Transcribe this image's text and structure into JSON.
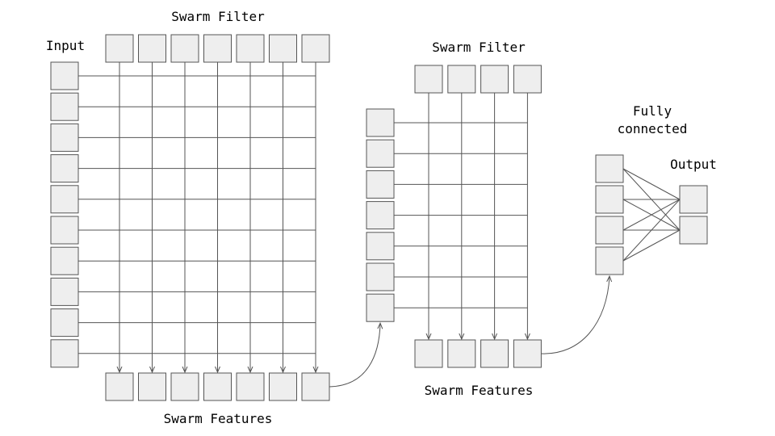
{
  "colors": {
    "node_fill": "#eeeeee",
    "stroke": "#555555",
    "text": "#000000"
  },
  "labels": {
    "input": "Input",
    "swarm_filter_1": "Swarm Filter",
    "swarm_features_1": "Swarm Features",
    "swarm_filter_2": "Swarm Filter",
    "swarm_features_2": "Swarm Features",
    "fully_connected_line1": "Fully",
    "fully_connected_line2": "connected",
    "output": "Output"
  },
  "blocks": {
    "block1": {
      "inputs": 10,
      "filters": 7
    },
    "block2": {
      "inputs": 7,
      "filters": 4
    },
    "fully_connected": {
      "inputs": 4,
      "outputs": 2
    }
  }
}
